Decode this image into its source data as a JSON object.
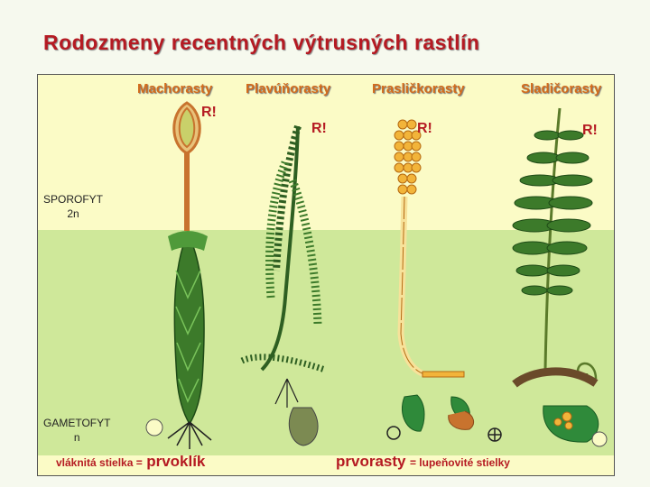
{
  "title": "Rodozmeny recentných výtrusných rastlín",
  "columns": [
    {
      "label": "Machorasty",
      "r_mark": "R!"
    },
    {
      "label": "Plavúňorasty",
      "r_mark": "R!"
    },
    {
      "label": "Prasličkorasty",
      "r_mark": "R!"
    },
    {
      "label": "Sladičorasty",
      "r_mark": "R!"
    }
  ],
  "stages": {
    "sporophyte": {
      "line1": "SPOROFYT",
      "line2": "2n"
    },
    "gametophyte": {
      "line1": "GAMETOFYT",
      "line2": "n"
    }
  },
  "footer": {
    "left_small": "vláknitá stielka =",
    "left_big": "prvoklík",
    "right_big": "prvorasty",
    "right_small": "= lupeňovité stielky"
  },
  "colors": {
    "title": "#b51a22",
    "column_title": "#d36c1c",
    "sporophyte_zone": "#fbfbc6",
    "gametophyte_zone": "#cfe89a",
    "plant_green": "#3c7a2a",
    "moss_sporophyte": "#c8732e"
  }
}
